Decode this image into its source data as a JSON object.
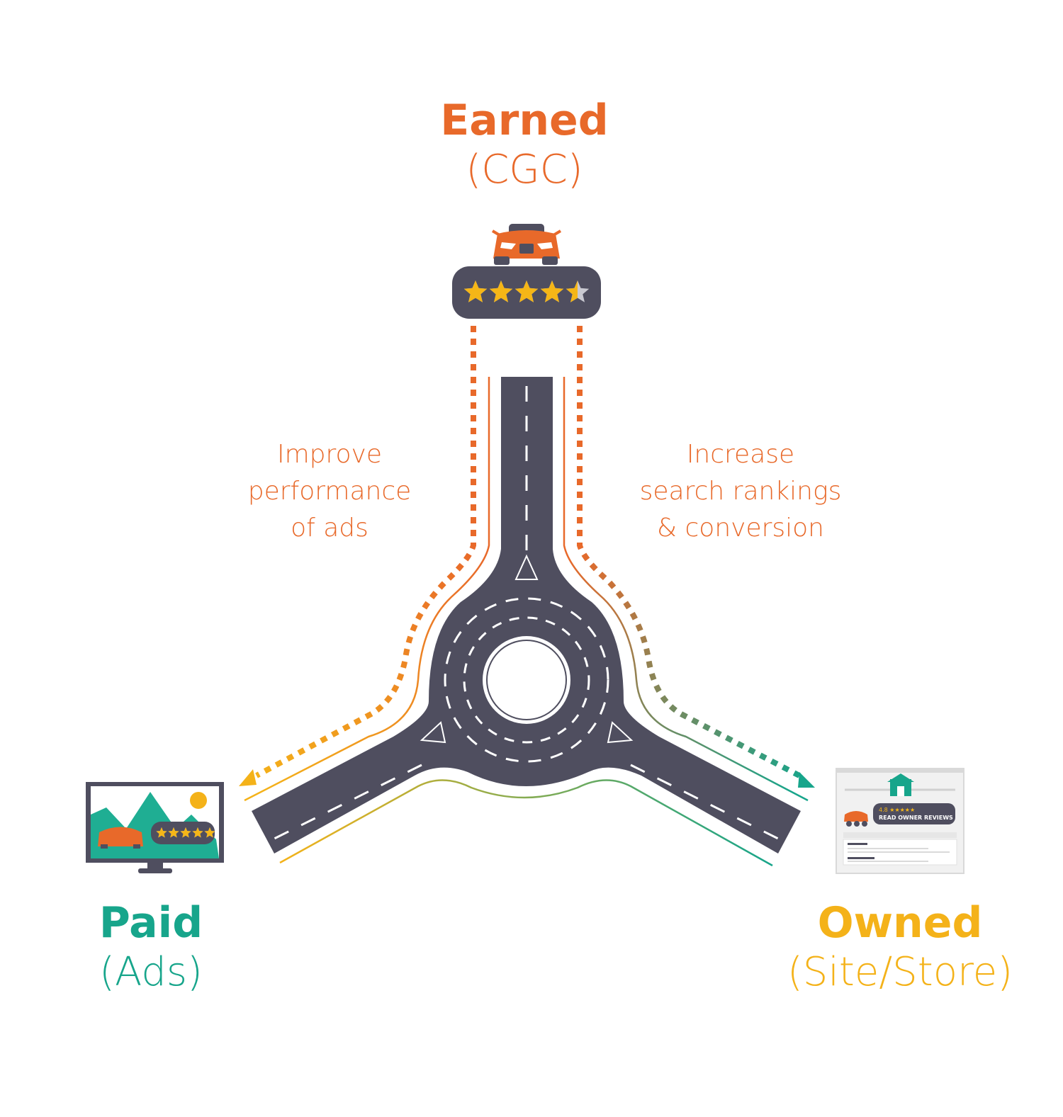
{
  "colors": {
    "earned": "#E8692A",
    "paid": "#17A58B",
    "owned": "#F4B219",
    "road": "#4F4E5F",
    "star": "#F5B617"
  },
  "earned": {
    "title": "Earned",
    "subtitle": "(CGC)",
    "icon": "car-icon",
    "rating_stars": 4.5
  },
  "paid": {
    "title": "Paid",
    "subtitle": "(Ads)",
    "icon": "monitor-ad-icon",
    "rating_stars": 5
  },
  "owned": {
    "title": "Owned",
    "subtitle": "(Site/Store)",
    "icon": "website-review-icon",
    "rating_text": "4.8 ★★★★★",
    "button_text": "READ OWNER REVIEWS"
  },
  "annotations": {
    "left": {
      "line1": "Improve",
      "line2": "performance",
      "line3": "of ads"
    },
    "right": {
      "line1": "Increase",
      "line2": "search rankings",
      "line3": "& conversion"
    }
  }
}
